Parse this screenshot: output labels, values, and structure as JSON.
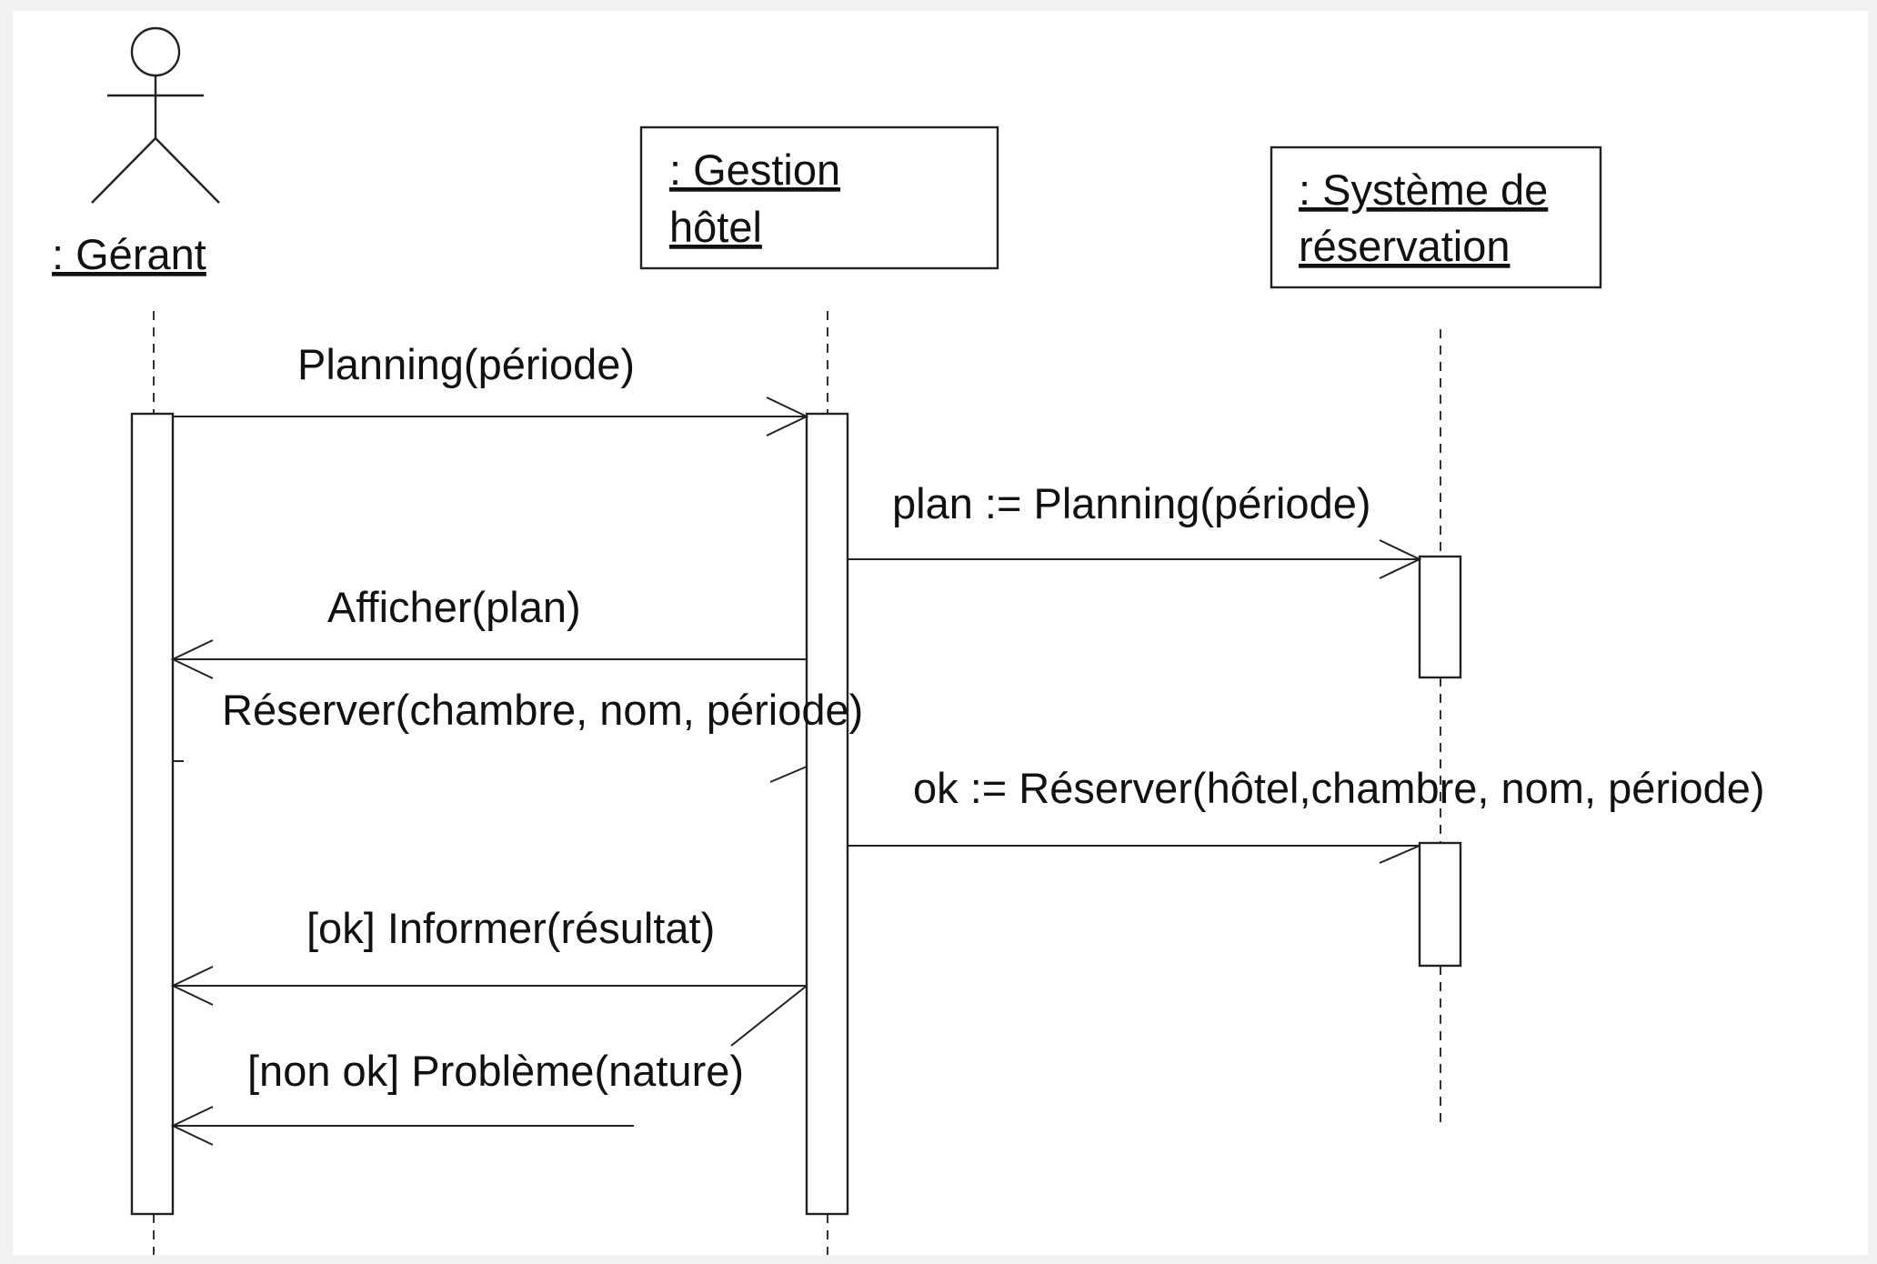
{
  "participants": {
    "actor": ": Gérant",
    "gestion_line1": ": Gestion",
    "gestion_line2": "hôtel",
    "systeme_line1": ": Système de",
    "systeme_line2": "réservation "
  },
  "messages": {
    "m1": "Planning(période)",
    "m2": "plan := Planning(période)",
    "m3": "Afficher(plan)",
    "m4": "Réserver(chambre, nom, période)",
    "m5": "ok := Réserver(hôtel,chambre, nom, période)",
    "m6": "[ok] Informer(résultat)",
    "m7": "[non ok] Problème(nature)"
  }
}
